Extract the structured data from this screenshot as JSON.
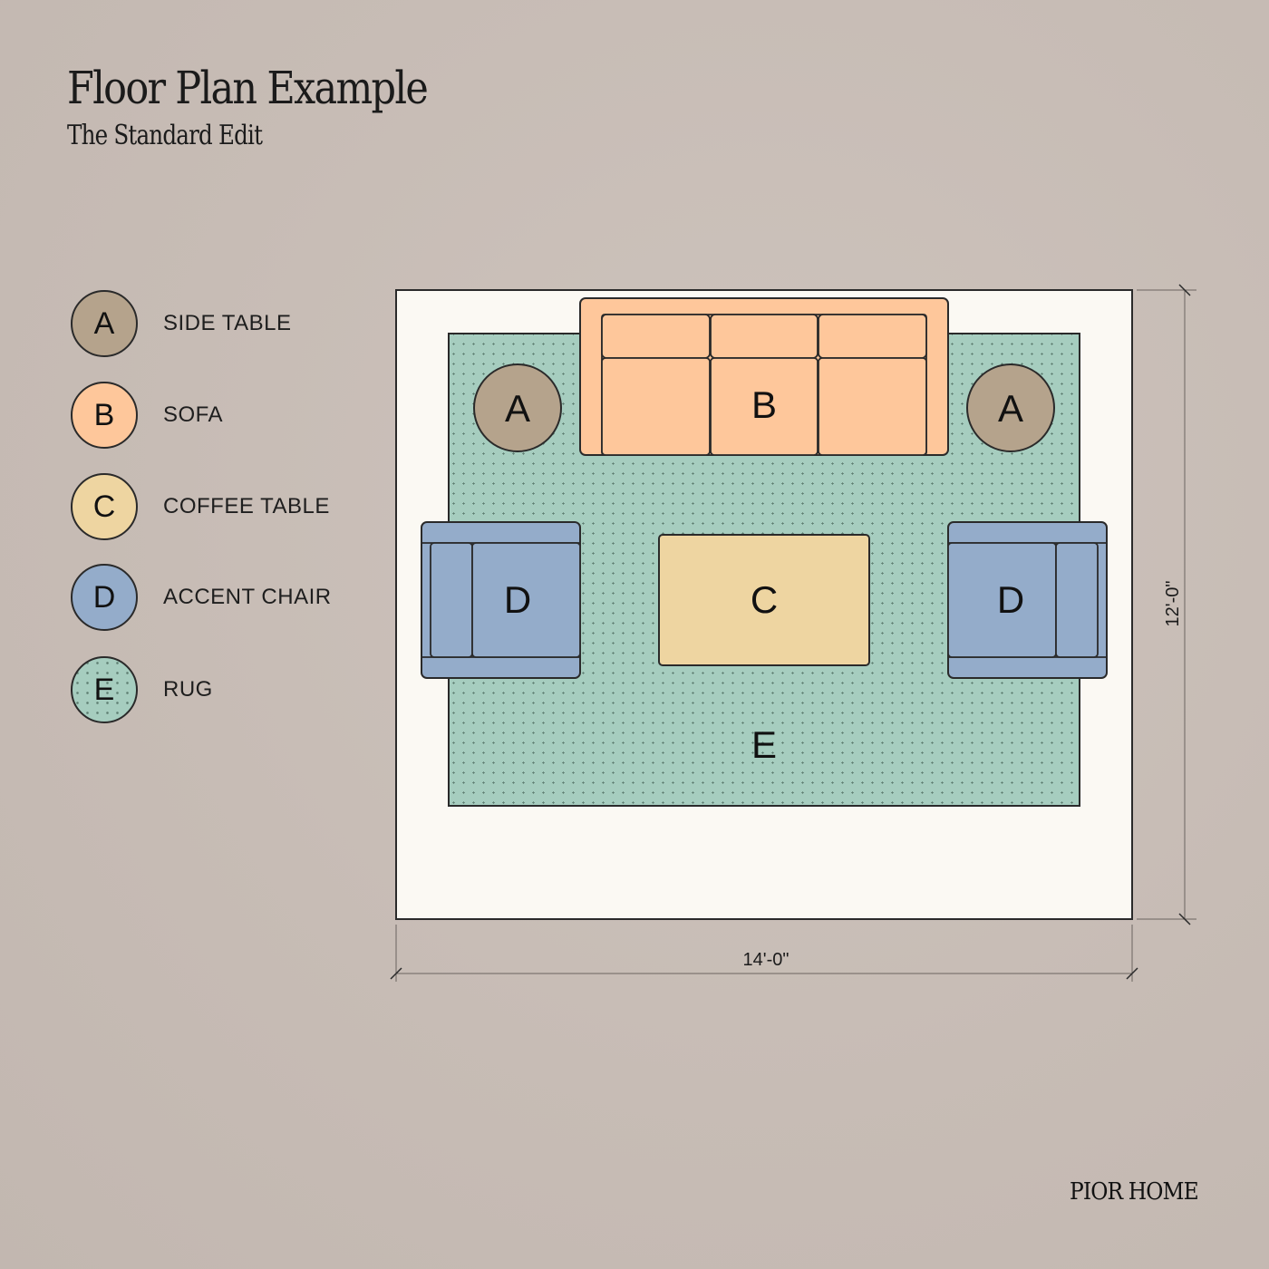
{
  "header": {
    "title": "Floor Plan Example",
    "subtitle": "The Standard Edit"
  },
  "legend": {
    "items": [
      {
        "letter": "A",
        "label": "SIDE TABLE",
        "color": "#b5a38c"
      },
      {
        "letter": "B",
        "label": "SOFA",
        "color": "#fec79b"
      },
      {
        "letter": "C",
        "label": "COFFEE TABLE",
        "color": "#eed5a1"
      },
      {
        "letter": "D",
        "label": "ACCENT CHAIR",
        "color": "#94acca"
      },
      {
        "letter": "E",
        "label": "RUG",
        "color": "#a6cdbf"
      }
    ]
  },
  "plan": {
    "side_table_left": "A",
    "side_table_right": "A",
    "sofa": "B",
    "coffee_table": "C",
    "chair_left": "D",
    "chair_right": "D",
    "rug": "E",
    "width_label": "14'-0\"",
    "height_label": "12'-0\""
  },
  "colors": {
    "room": "#fbf9f3",
    "outline": "#2a2a2a",
    "rug_dot": "#6f8f82"
  },
  "brand": {
    "name": "PIOR HOME"
  }
}
